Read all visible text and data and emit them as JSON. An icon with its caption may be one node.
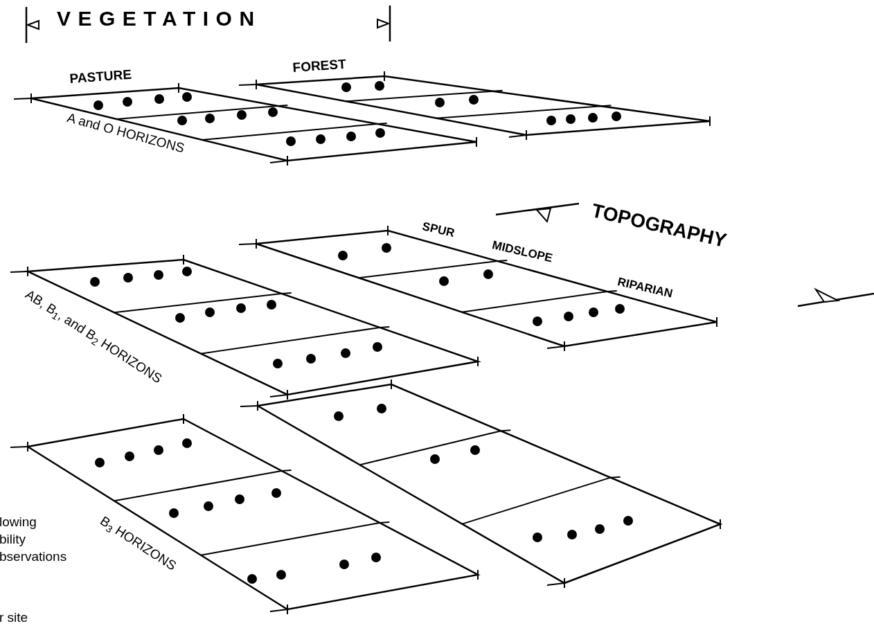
{
  "diagram": {
    "labels": [
      "VEGETATION",
      "PASTURE",
      "FOREST",
      "A and O HORIZONS",
      "TOPOGRAPHY",
      "SPUR",
      "MIDSLOPE",
      "RIPARIAN",
      "AB, B$_{1}$, and B$_{2}$ HORIZONS",
      "lowing",
      "bility",
      "bservations",
      "B$_{3}$ HORIZONS",
      "r site"
    ]
  }
}
